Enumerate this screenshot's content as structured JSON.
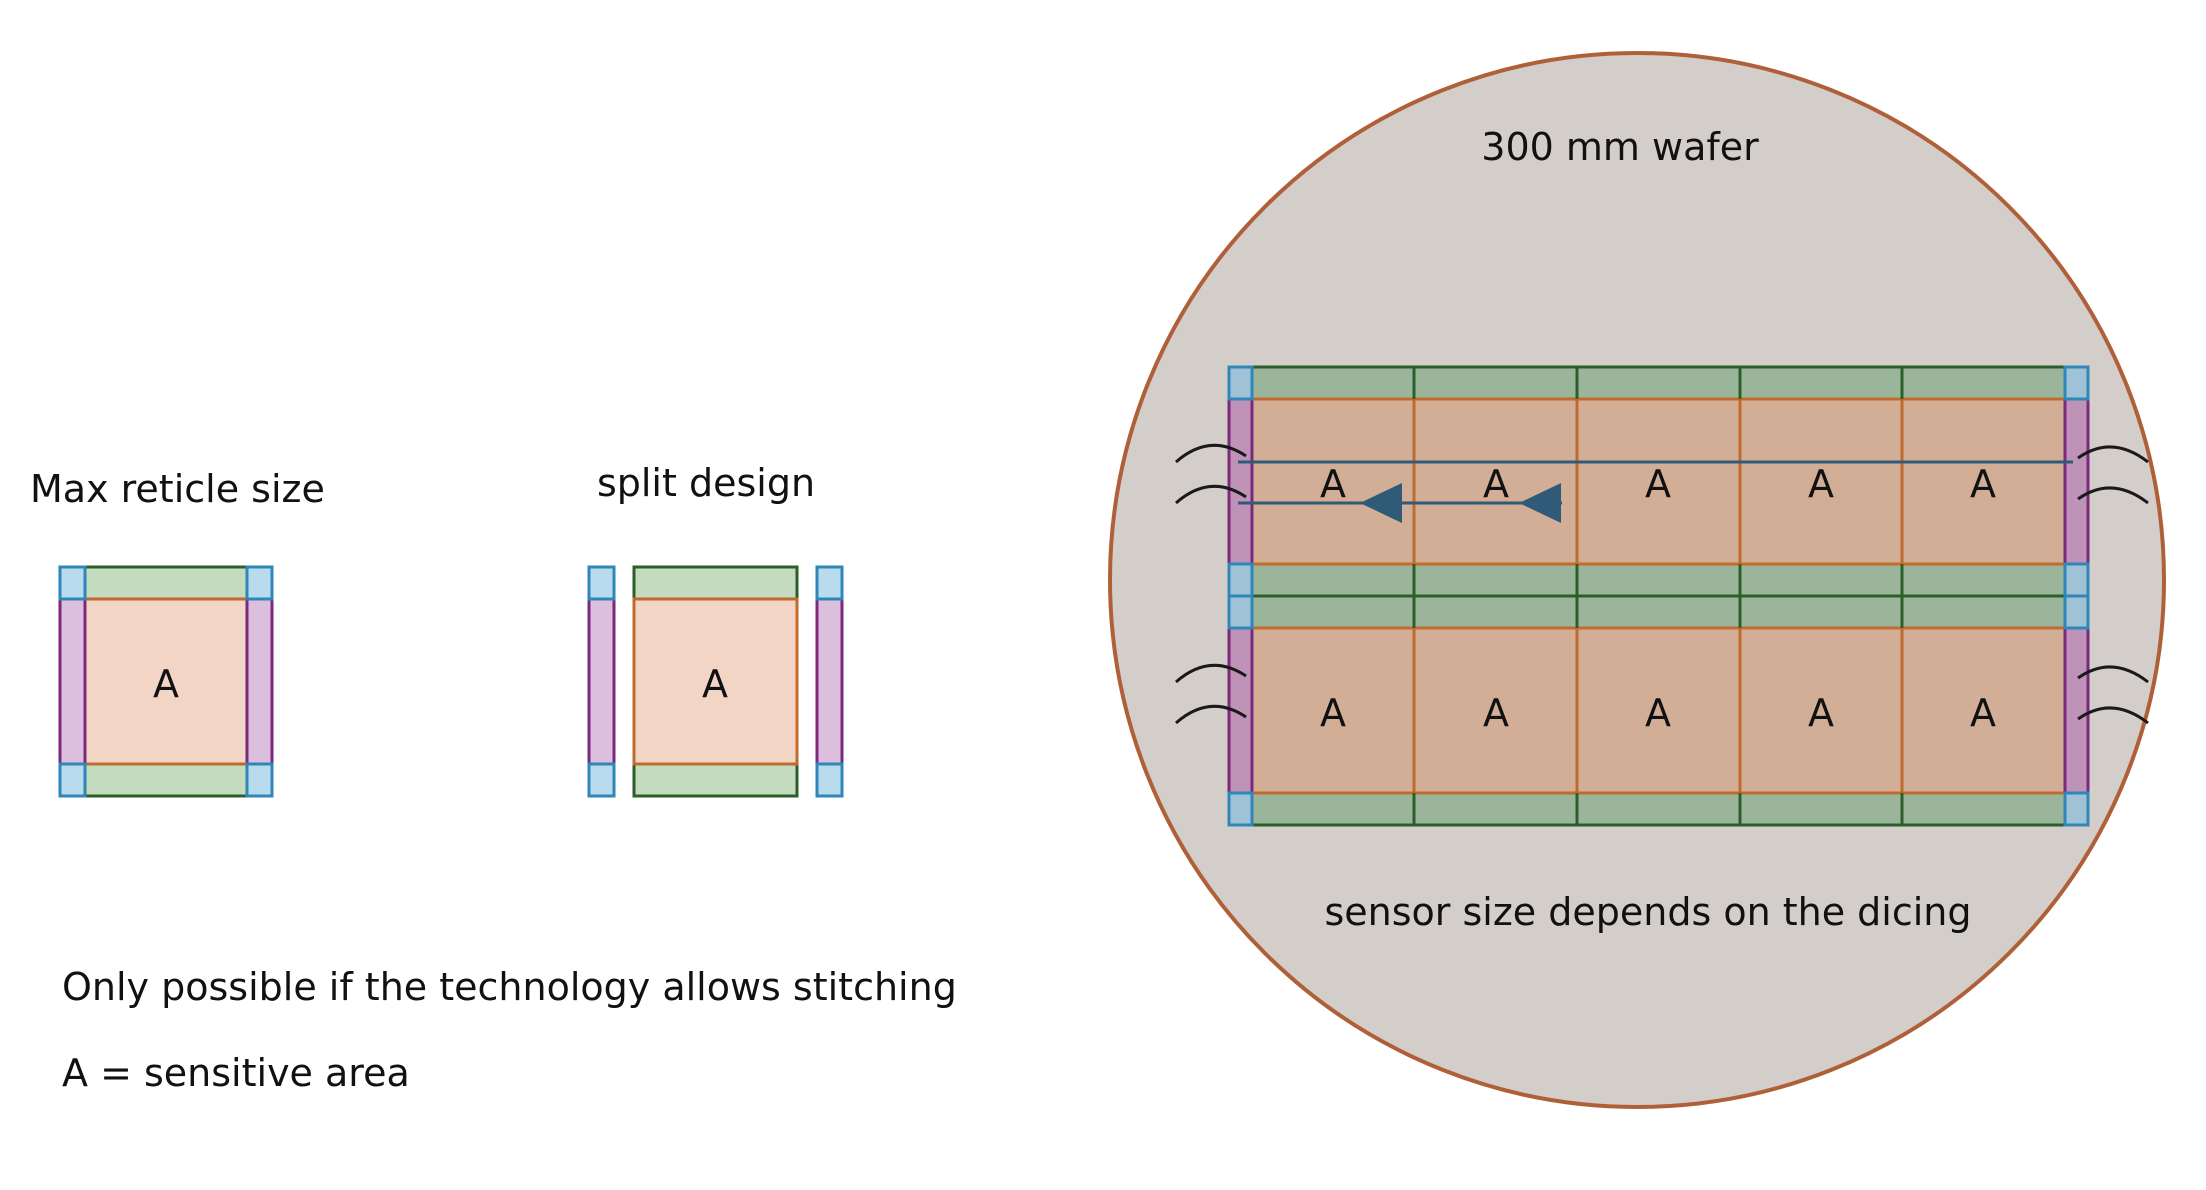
{
  "labels": {
    "max_reticle": "Max reticle size",
    "split_design": "split design",
    "wafer": "300 mm wafer",
    "sensor_dicing": "sensor size depends on the dicing",
    "stitching_note": "Only possible if the technology allows stitching",
    "legend": "A = sensitive area"
  },
  "cell_label": "A",
  "colors": {
    "corner_fill": "#b8dcee",
    "corner_stroke": "#2f86b8",
    "green_fill": "#c5dbc0",
    "green_stroke": "#2c5e2a",
    "purple_fill": "#dcbfdc",
    "purple_stroke": "#7b2a7b",
    "sensor_fill": "#f3d5c5",
    "sensor_stroke": "#c06a2e",
    "wafer_fill": "#d4ceca",
    "wafer_stroke": "#b06038",
    "wafer_green": "#9bb59a",
    "wafer_purple": "#bf93b8",
    "wafer_sensor": "#d3ae96",
    "arrow": "#2f5b78"
  }
}
